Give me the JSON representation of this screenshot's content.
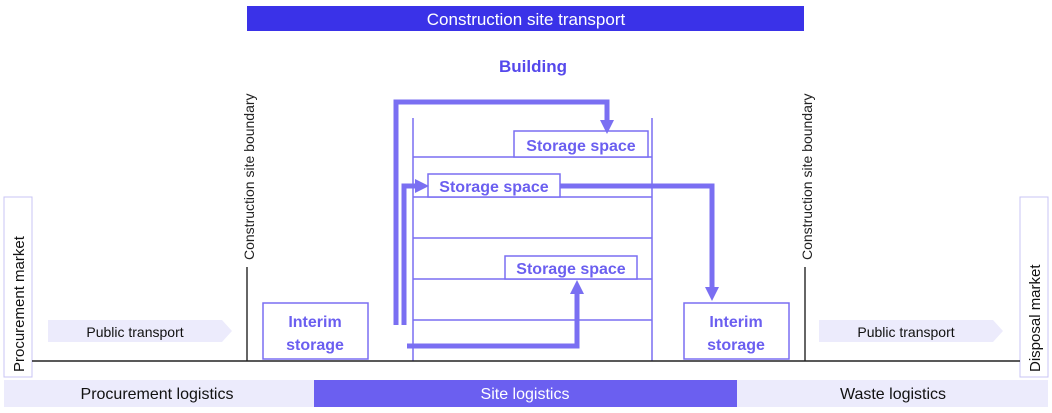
{
  "header": {
    "title": "Construction site transport"
  },
  "building": {
    "title": "Building"
  },
  "boundaries": {
    "left_label": "Construction site boundary",
    "right_label": "Construction site boundary"
  },
  "markets": {
    "procurement": "Procurement market",
    "disposal": "Disposal market"
  },
  "transport": {
    "left_label": "Public transport",
    "right_label": "Public transport"
  },
  "interim": {
    "left": [
      "Interim",
      "storage"
    ],
    "right": [
      "Interim",
      "storage"
    ]
  },
  "storage": {
    "top": "Storage space",
    "middle": "Storage space",
    "bottom": "Storage space"
  },
  "footer": {
    "procurement": "Procurement logistics",
    "site": "Site logistics",
    "waste": "Waste logistics"
  },
  "colors": {
    "accent": "#6b5ff0",
    "accent_dark": "#3a32e8",
    "light_band": "#ecebfc",
    "line": "#7a6ff2"
  }
}
